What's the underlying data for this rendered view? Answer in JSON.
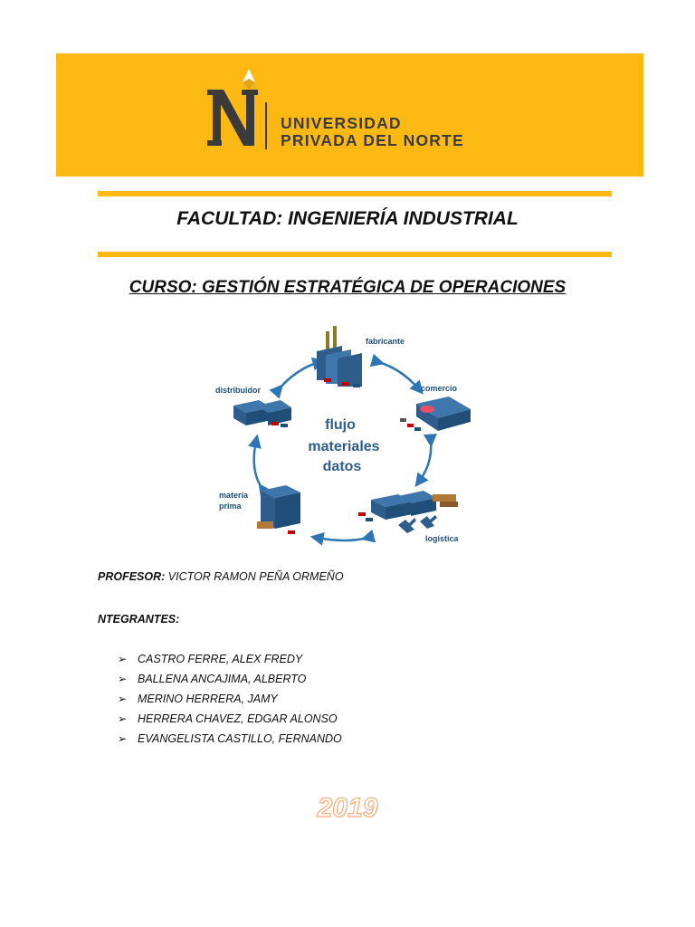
{
  "header": {
    "university_line1": "UNIVERSIDAD",
    "university_line2": "PRIVADA DEL NORTE",
    "logo_icon": "upn-n-logo-icon",
    "brand_color": "#fdb913"
  },
  "faculty": "FACULTAD: INGENIERÍA INDUSTRIAL",
  "course": "CURSO: GESTIÓN ESTRATÉGICA DE OPERACIONES",
  "diagram": {
    "labels": {
      "fabricante": "fabricante",
      "comercio": "comercio",
      "logistica": "logística",
      "materia_line1": "materia",
      "materia_line2": "prima",
      "distribuidor": "distribuidor"
    },
    "center": [
      "flujo",
      "materiales",
      "datos"
    ]
  },
  "professor": {
    "label": "PROFESOR:",
    "name": " VICTOR RAMON PEÑA ORMEÑO"
  },
  "team": {
    "title": "NTEGRANTES:",
    "bullet": "➢",
    "members": [
      "CASTRO FERRE, ALEX FREDY",
      "BALLENA ANCAJIMA, ALBERTO",
      "MERINO HERRERA, JAMY",
      "HERRERA CHAVEZ, EDGAR ALONSO",
      "EVANGELISTA CASTILLO, FERNANDO"
    ]
  },
  "year": "2019"
}
